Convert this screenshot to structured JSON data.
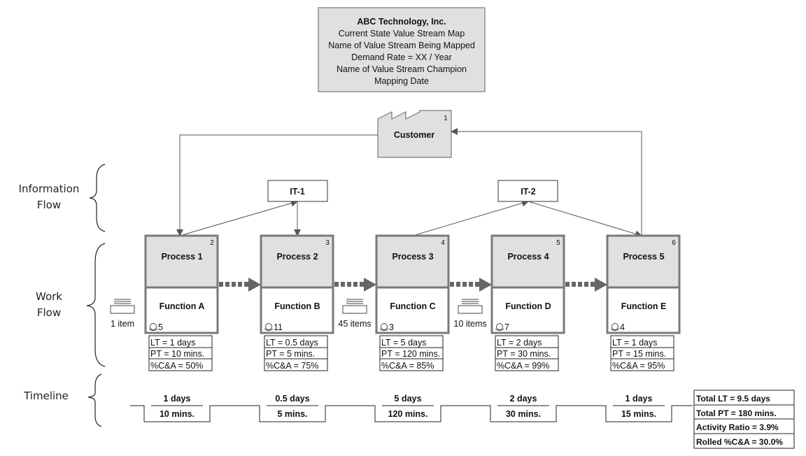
{
  "header": {
    "lines": [
      "ABC Technology, Inc.",
      "Current State Value Stream Map",
      "Name of Value Stream Being Mapped",
      "Demand Rate = XX / Year",
      "Name of Value Stream Champion",
      "Mapping Date"
    ]
  },
  "customer": {
    "label": "Customer",
    "number": "1"
  },
  "sections": {
    "information_flow": [
      "Information",
      "Flow"
    ],
    "work_flow": [
      "Work",
      "Flow"
    ],
    "timeline": "Timeline"
  },
  "it_systems": [
    {
      "label": "IT-1"
    },
    {
      "label": "IT-2"
    }
  ],
  "processes": [
    {
      "name": "Process 1",
      "number": "2",
      "function": "Function A",
      "operators": "5",
      "lt": "LT = 1 days",
      "pt": "PT = 10 mins.",
      "ca": "%C&A = 50%"
    },
    {
      "name": "Process 2",
      "number": "3",
      "function": "Function B",
      "operators": "11",
      "lt": "LT = 0.5 days",
      "pt": "PT = 5 mins.",
      "ca": "%C&A = 75%"
    },
    {
      "name": "Process 3",
      "number": "4",
      "function": "Function C",
      "operators": "3",
      "lt": "LT = 5 days",
      "pt": "PT = 120 mins.",
      "ca": "%C&A = 85%"
    },
    {
      "name": "Process 4",
      "number": "5",
      "function": "Function D",
      "operators": "7",
      "lt": "LT = 2 days",
      "pt": "PT = 30 mins.",
      "ca": "%C&A = 99%"
    },
    {
      "name": "Process 5",
      "number": "6",
      "function": "Function E",
      "operators": "4",
      "lt": "LT = 1 days",
      "pt": "PT = 15 mins.",
      "ca": "%C&A = 95%"
    }
  ],
  "inventory": [
    {
      "label": "1 item"
    },
    {
      "label": "45 items"
    },
    {
      "label": "10 items"
    }
  ],
  "timeline": [
    {
      "days": "1 days",
      "mins": "10 mins."
    },
    {
      "days": "0.5 days",
      "mins": "5 mins."
    },
    {
      "days": "5 days",
      "mins": "120 mins."
    },
    {
      "days": "2 days",
      "mins": "30 mins."
    },
    {
      "days": "1 days",
      "mins": "15 mins."
    }
  ],
  "summary": [
    "Total LT = 9.5 days",
    "Total PT = 180 mins.",
    "Activity Ratio = 3.9%",
    "Rolled %C&A = 30.0%"
  ],
  "colors": {
    "box_fill": "#e0e0e0",
    "box_border": "#7a7a7a",
    "line": "#555555"
  }
}
